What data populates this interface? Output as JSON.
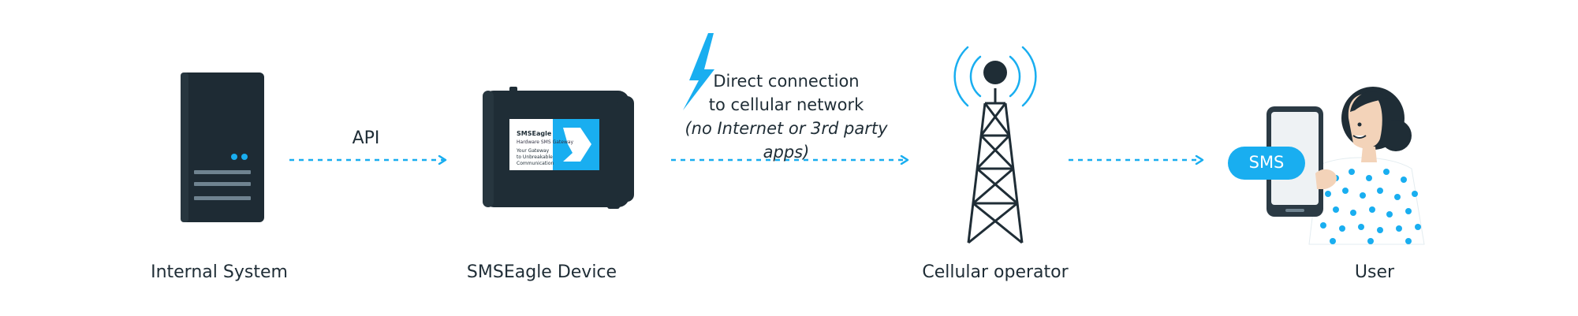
{
  "nodes": {
    "internal_system": "Internal System",
    "device": "SMSEagle Device",
    "operator": "Cellular operator",
    "user": "User"
  },
  "edges": {
    "api": "API"
  },
  "connection_note": {
    "line1": "Direct connection",
    "line2": "to cellular network",
    "line3": "(no Internet or 3rd party apps)"
  },
  "sms_badge": "SMS",
  "device_label": {
    "brand": "SMSEagle",
    "tagline": "Hardware SMS Gateway",
    "line1": "Your Gateway",
    "line2": "to Unbreakable",
    "line3": "Communication"
  },
  "colors": {
    "accent": "#19aef0",
    "dark": "#1f2d36",
    "server": "#1e2b34",
    "phone": "#2b3a44"
  },
  "icons": {
    "server": "server-icon",
    "device": "gateway-device-icon",
    "lightning": "lightning-bolt-icon",
    "tower": "cell-tower-icon",
    "phone": "phone-icon",
    "person": "person-icon"
  }
}
